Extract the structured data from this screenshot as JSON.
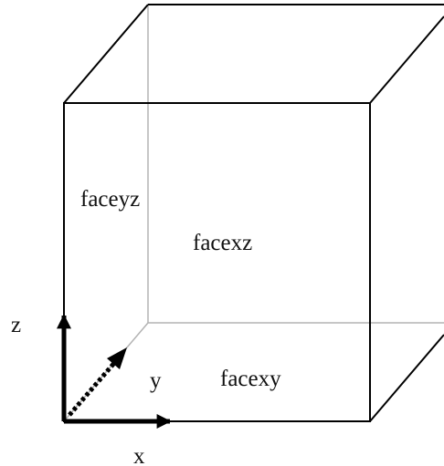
{
  "labels": {
    "face_yz": "faceyz",
    "face_xz": "facexz",
    "face_xy": "facexy",
    "axis_z": "z",
    "axis_y": "y",
    "axis_x": "x"
  },
  "colors": {
    "front_edges": "#000000",
    "hidden_edges": "#b3b3b3",
    "axis": "#000000",
    "text": "#111111"
  }
}
